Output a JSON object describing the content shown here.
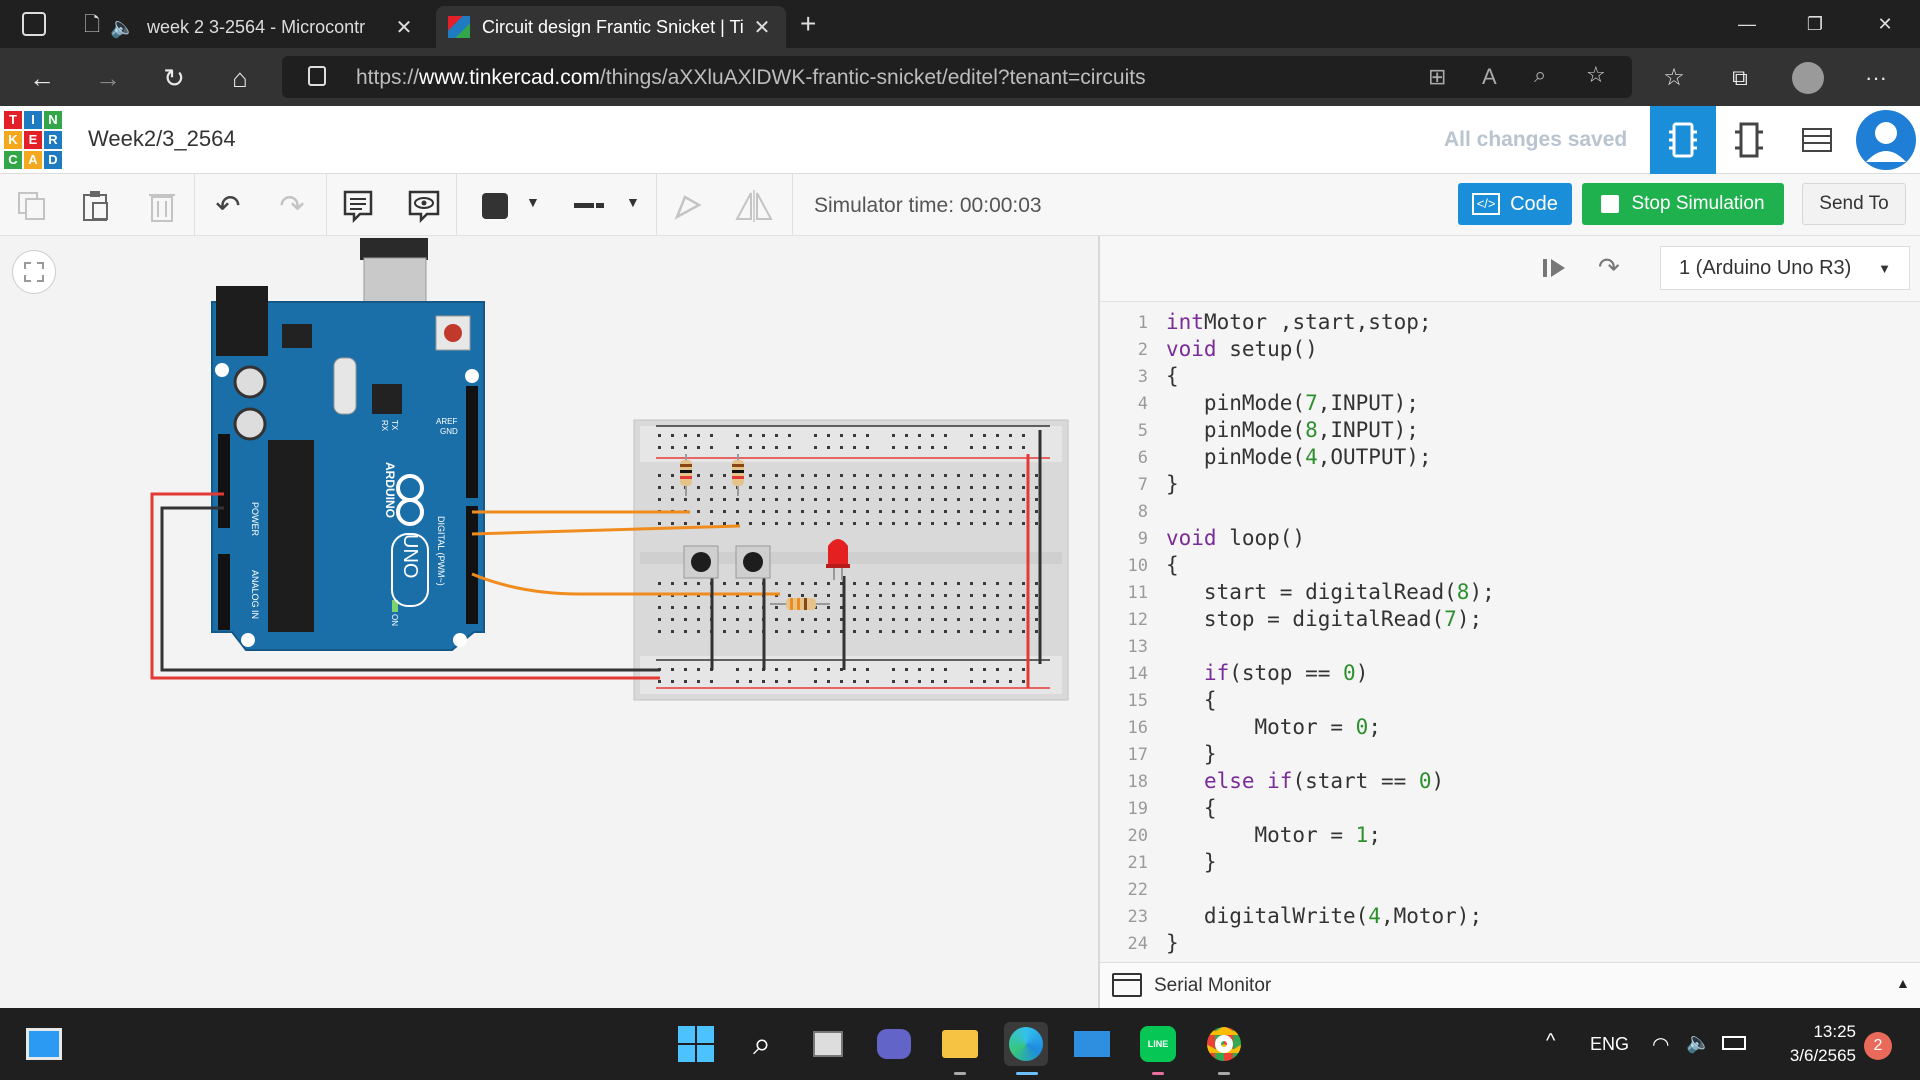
{
  "browser": {
    "tabs": [
      {
        "title": "week 2 3-2564 - Microcontr",
        "active": false
      },
      {
        "title": "Circuit design Frantic Snicket | Ti",
        "active": true
      }
    ],
    "url_prefix": "https://",
    "url_domain": "www.tinkercad.com",
    "url_path": "/things/aXXluAXlDWK-frantic-snicket/editel?tenant=circuits"
  },
  "app": {
    "logo_letters": [
      "T",
      "I",
      "N",
      "K",
      "E",
      "R",
      "C",
      "A",
      "D"
    ],
    "logo_colors": [
      "#e32027",
      "#1f7bc1",
      "#33a64a",
      "#f4a81d",
      "#e32027",
      "#1f7bc1",
      "#33a64a",
      "#f4a81d",
      "#1f7bc1"
    ],
    "project_title": "Week2/3_2564",
    "save_status": "All changes saved"
  },
  "toolbar": {
    "simulator_time": "Simulator time: 00:00:03",
    "code_label": "Code",
    "stop_label": "Stop Simulation",
    "send_label": "Send To"
  },
  "code_panel": {
    "device": "1 (Arduino Uno R3)",
    "serial_monitor": "Serial Monitor",
    "lines": [
      {
        "n": "1",
        "parts": [
          [
            "kw",
            "int"
          ],
          [
            "",
            "Motor ,start,stop;"
          ]
        ]
      },
      {
        "n": "2",
        "parts": [
          [
            "kw",
            "void"
          ],
          [
            "",
            " setup()"
          ]
        ]
      },
      {
        "n": "3",
        "parts": [
          [
            "",
            "{"
          ]
        ]
      },
      {
        "n": "4",
        "parts": [
          [
            "",
            "   pinMode("
          ],
          [
            "num",
            "7"
          ],
          [
            "",
            ",INPUT);"
          ]
        ]
      },
      {
        "n": "5",
        "parts": [
          [
            "",
            "   pinMode("
          ],
          [
            "num",
            "8"
          ],
          [
            "",
            ",INPUT);"
          ]
        ]
      },
      {
        "n": "6",
        "parts": [
          [
            "",
            "   pinMode("
          ],
          [
            "num",
            "4"
          ],
          [
            "",
            ",OUTPUT);"
          ]
        ]
      },
      {
        "n": "7",
        "parts": [
          [
            "",
            "}"
          ]
        ]
      },
      {
        "n": "8",
        "parts": []
      },
      {
        "n": "9",
        "parts": [
          [
            "kw",
            "void"
          ],
          [
            "",
            " loop()"
          ]
        ]
      },
      {
        "n": "10",
        "parts": [
          [
            "",
            "{"
          ]
        ]
      },
      {
        "n": "11",
        "parts": [
          [
            "",
            "   start = digitalRead("
          ],
          [
            "num",
            "8"
          ],
          [
            "",
            ");"
          ]
        ]
      },
      {
        "n": "12",
        "parts": [
          [
            "",
            "   stop = digitalRead("
          ],
          [
            "num",
            "7"
          ],
          [
            "",
            ");"
          ]
        ]
      },
      {
        "n": "13",
        "parts": []
      },
      {
        "n": "14",
        "parts": [
          [
            "",
            "   "
          ],
          [
            "kw",
            "if"
          ],
          [
            "",
            "(stop == "
          ],
          [
            "num",
            "0"
          ],
          [
            "",
            ")"
          ]
        ]
      },
      {
        "n": "15",
        "parts": [
          [
            "",
            "   {"
          ]
        ]
      },
      {
        "n": "16",
        "parts": [
          [
            "",
            "       Motor = "
          ],
          [
            "num",
            "0"
          ],
          [
            "",
            ";"
          ]
        ]
      },
      {
        "n": "17",
        "parts": [
          [
            "",
            "   }"
          ]
        ]
      },
      {
        "n": "18",
        "parts": [
          [
            "",
            "   "
          ],
          [
            "kw",
            "else if"
          ],
          [
            "",
            "(start == "
          ],
          [
            "num",
            "0"
          ],
          [
            "",
            ")"
          ]
        ]
      },
      {
        "n": "19",
        "parts": [
          [
            "",
            "   {"
          ]
        ]
      },
      {
        "n": "20",
        "parts": [
          [
            "",
            "       Motor = "
          ],
          [
            "num",
            "1"
          ],
          [
            "",
            ";"
          ]
        ]
      },
      {
        "n": "21",
        "parts": [
          [
            "",
            "   }"
          ]
        ]
      },
      {
        "n": "22",
        "parts": []
      },
      {
        "n": "23",
        "parts": [
          [
            "",
            "   digitalWrite("
          ],
          [
            "num",
            "4"
          ],
          [
            "",
            ",Motor);"
          ]
        ]
      },
      {
        "n": "24",
        "parts": [
          [
            "",
            "}"
          ]
        ]
      }
    ]
  },
  "board": {
    "brand": "ARDUINO",
    "model": "UNO",
    "digital_label": "DIGITAL (PWM~)",
    "power_label": "POWER",
    "analog_label": "ANALOG IN",
    "aref": "AREF",
    "gnd": "GND",
    "tx": "TX",
    "rx": "RX",
    "on": "ON"
  },
  "taskbar": {
    "language": "ENG",
    "time": "13:25",
    "date": "3/6/2565",
    "notifications": "2"
  }
}
